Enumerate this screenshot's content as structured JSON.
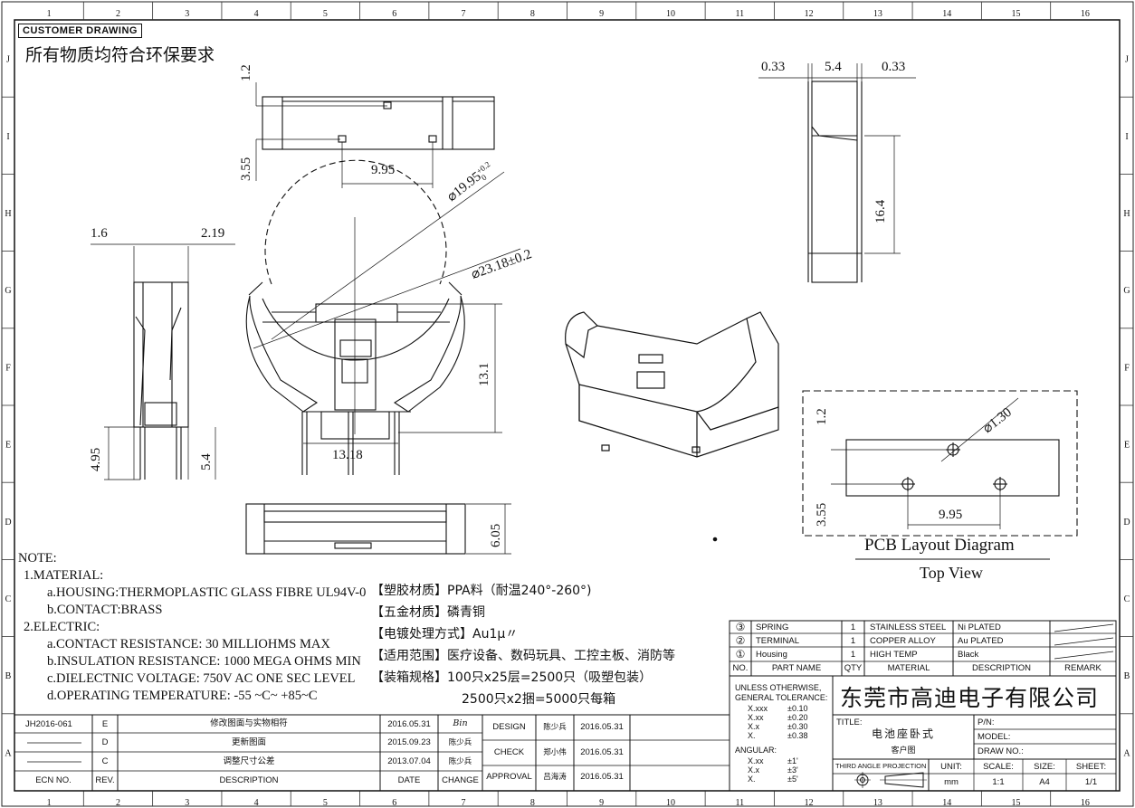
{
  "header": {
    "badge": "CUSTOMER DRAWING",
    "env_note": "所有物质均符合环保要求"
  },
  "grid": {
    "columns": [
      "1",
      "2",
      "3",
      "4",
      "5",
      "6",
      "7",
      "8",
      "9",
      "10",
      "11",
      "12",
      "13",
      "14",
      "15",
      "16"
    ],
    "rows_left": [
      "J",
      "I",
      "H",
      "G",
      "F",
      "E",
      "D",
      "C",
      "B",
      "A"
    ],
    "rows_right": [
      "J",
      "I",
      "H",
      "G",
      "F",
      "E",
      "D",
      "C",
      "B",
      "A"
    ]
  },
  "dimensions": {
    "top_1_2": "1.2",
    "top_3_55": "3.55",
    "top_9_95": "9.95",
    "dia_19_95": "⌀19.95",
    "dia_19_95_tol_top": "+0.2",
    "dia_19_95_tol_bot": "0",
    "dia_23_18": "⌀23.18±0.2",
    "left_1_6": "1.6",
    "left_2_19": "2.19",
    "left_4_95": "4.95",
    "left_5_4": "5.4",
    "front_13_1": "13.1",
    "front_13_18": "13.18",
    "bottom_6_05": "6.05",
    "right_0_33a": "0.33",
    "right_5_4": "5.4",
    "right_0_33b": "0.33",
    "right_16_4": "16.4",
    "pcb_1_2": "1.2",
    "pcb_dia_1_30": "⌀1.30",
    "pcb_3_55": "3.55",
    "pcb_9_95": "9.95"
  },
  "pcb": {
    "title": "PCB Layout Diagram",
    "subtitle": "Top View"
  },
  "notes": {
    "heading": "NOTE:",
    "material": "1.MATERIAL:",
    "housing": "a.HOUSING:THERMOPLASTIC GLASS FIBRE UL94V-0",
    "contact": "b.CONTACT:BRASS",
    "electric": "2.ELECTRIC:",
    "contact_res": "a.CONTACT RESISTANCE: 30 MILLIOHMS MAX",
    "insulation": "b.INSULATION RESISTANCE: 1000 MEGA OHMS MIN",
    "dielectric": "c.DIELECTNIC VOLTAGE: 750V AC ONE SEC LEVEL",
    "temperature": "d.OPERATING TEMPERATURE: -55 ~C~ +85~C"
  },
  "cn_notes": {
    "line1": "【塑胶材质】PPA料（耐温240°-260°)",
    "line2": "【五金材质】磷青铜",
    "line3": "【电镀处理方式】Au1μ〃",
    "line4": "【适用范围】医疗设备、数码玩具、工控主板、消防等",
    "line5": "【装箱规格】100只x25层=2500只（吸塑包装）",
    "line6": "2500只x2捆=5000只每箱"
  },
  "bom": {
    "rows": [
      {
        "no": "③",
        "part": "SPRING",
        "qty": "1",
        "material": "STAINLESS STEEL",
        "desc": "Ni PLATED",
        "remark": ""
      },
      {
        "no": "②",
        "part": "TERMINAL",
        "qty": "1",
        "material": "COPPER ALLOY",
        "desc": "Au PLATED",
        "remark": ""
      },
      {
        "no": "①",
        "part": "Housing",
        "qty": "1",
        "material": "HIGH TEMP",
        "desc": "Black",
        "remark": ""
      }
    ],
    "header": {
      "no": "NO.",
      "part": "PART NAME",
      "qty": "QTY",
      "material": "MATERIAL",
      "desc": "DESCRIPTION",
      "remark": "REMARK"
    }
  },
  "revisions": {
    "rows": [
      {
        "ecn": "JH2016-061",
        "rev": "E",
        "desc": "修改图面与实物相符",
        "date": "2016.05.31",
        "change": "Bin"
      },
      {
        "ecn": "",
        "rev": "D",
        "desc": "更新图面",
        "date": "2015.09.23",
        "change": "陈少兵"
      },
      {
        "ecn": "",
        "rev": "C",
        "desc": "调整尺寸公差",
        "date": "2013.07.04",
        "change": "陈少兵"
      }
    ],
    "header": {
      "ecn": "ECN  NO.",
      "rev": "REV.",
      "desc": "DESCRIPTION",
      "date": "DATE",
      "change": "CHANGE"
    }
  },
  "approvals": [
    {
      "role": "DESIGN",
      "name": "陈少兵",
      "date": "2016.05.31"
    },
    {
      "role": "CHECK",
      "name": "郑小伟",
      "date": "2016.05.31"
    },
    {
      "role": "APPROVAL",
      "name": "吕海涛",
      "date": "2016.05.31"
    }
  ],
  "tolerance": {
    "title1": "UNLESS  OTHERWISE,",
    "title2": "GENERAL  TOLERANCE:",
    "lines": [
      {
        "k": "X.xxx",
        "v": "±0.10"
      },
      {
        "k": "X.xx",
        "v": "±0.20"
      },
      {
        "k": "X.x",
        "v": "±0.30"
      },
      {
        "k": "X.",
        "v": "±0.38"
      }
    ],
    "angular": "ANGULAR:",
    "ang_lines": [
      {
        "k": "X.xx",
        "v": "±1'"
      },
      {
        "k": "X.x",
        "v": "±3'"
      },
      {
        "k": "X.",
        "v": "±5'"
      }
    ]
  },
  "company": "东莞市高迪电子有限公司",
  "title_block": {
    "title_label": "TITLE:",
    "title": "电池座卧式",
    "customer": "客户图",
    "pn": "P/N:",
    "model": "MODEL:",
    "drawno": "DRAW  NO.:",
    "projection": "THIRD  ANGLE  PROJECTION",
    "unit_label": "UNIT:",
    "unit": "mm",
    "scale_label": "SCALE:",
    "scale": "1:1",
    "size_label": "SIZE:",
    "size": "A4",
    "sheet_label": "SHEET:",
    "sheet": "1/1"
  }
}
